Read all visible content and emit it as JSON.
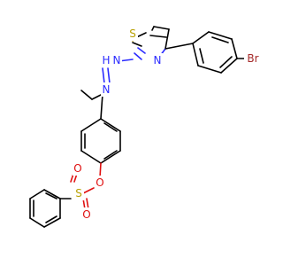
{
  "molecule": {
    "atoms": [
      {
        "id": "S1",
        "label": "S",
        "color": "#b8a000"
      },
      {
        "id": "N3",
        "label": "N",
        "color": "#2b2bff"
      },
      {
        "id": "Nh1",
        "label": "N",
        "color": "#2b2bff"
      },
      {
        "id": "H1",
        "label": "H",
        "color": "#2b2bff"
      },
      {
        "id": "Nh2",
        "label": "N",
        "color": "#2b2bff"
      },
      {
        "id": "Br",
        "label": "Br",
        "color": "#a52a2a"
      },
      {
        "id": "O1",
        "label": "O",
        "color": "#e01010"
      },
      {
        "id": "S2",
        "label": "S",
        "color": "#b8a000"
      },
      {
        "id": "O2",
        "label": "O",
        "color": "#e01010"
      },
      {
        "id": "O3",
        "label": "O",
        "color": "#e01010"
      }
    ]
  }
}
